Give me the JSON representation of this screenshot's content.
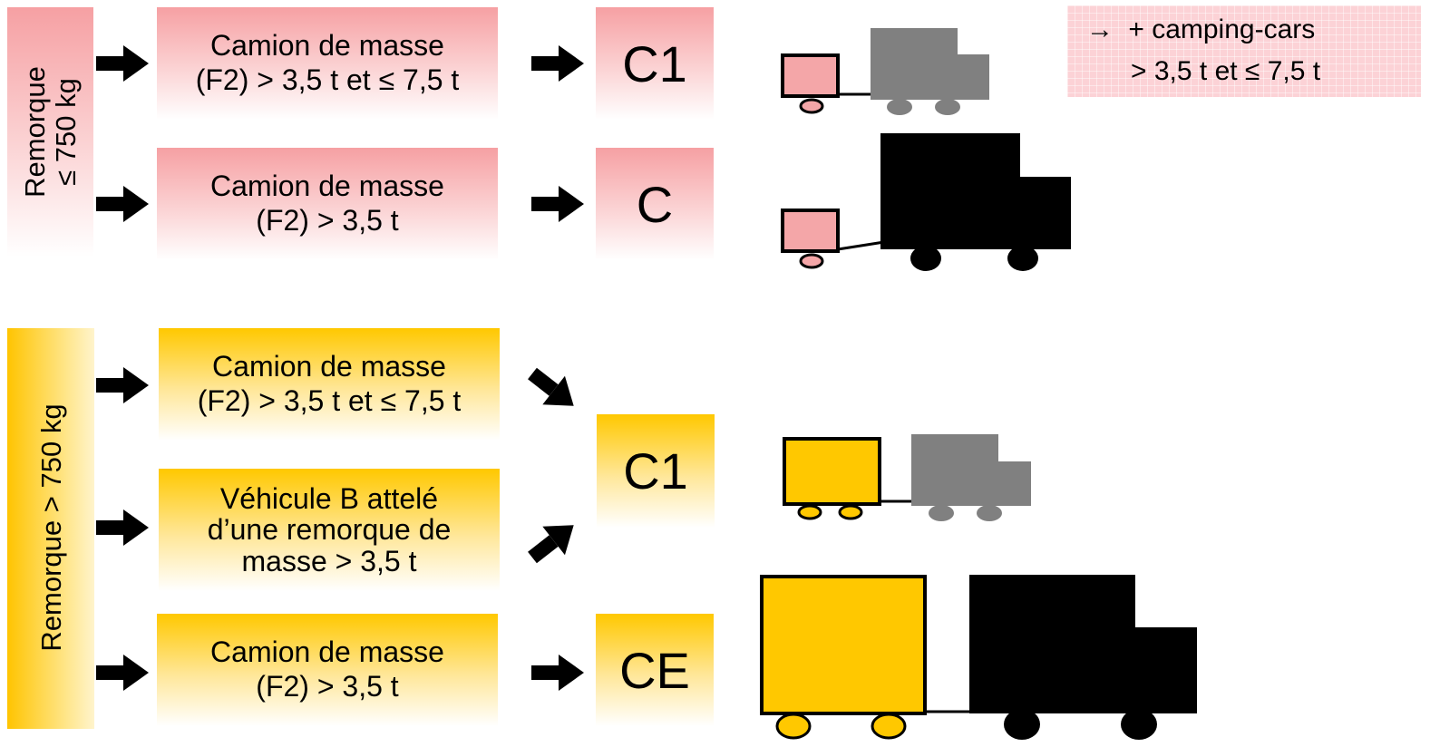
{
  "top": {
    "side_label": [
      "Remorque",
      "≤ 750 kg"
    ],
    "rows": [
      {
        "box_lines": [
          "Camion de masse",
          "(F2) > 3,5 t et ≤ 7,5 t"
        ],
        "category": "C1"
      },
      {
        "box_lines": [
          "Camion de masse",
          "(F2) > 3,5 t"
        ],
        "category": "C"
      }
    ]
  },
  "bottom": {
    "side_label": "Remorque > 750 kg",
    "rows": [
      {
        "box_lines": [
          "Camion de masse",
          "(F2) > 3,5 t et ≤ 7,5 t"
        ]
      },
      {
        "box_lines": [
          "Véhicule B attelé",
          "d’une remorque de",
          "masse > 3,5 t"
        ]
      },
      {
        "box_lines": [
          "Camion de masse",
          "(F2) > 3,5 t"
        ]
      }
    ],
    "category_c1": "C1",
    "category_ce": "CE"
  },
  "note": {
    "arrow": "→",
    "lines": [
      "+ camping-cars",
      "> 3,5 t et ≤ 7,5 t"
    ]
  },
  "colors": {
    "pink": "#f6a0a3",
    "pink_trailer": "#f4a6a8",
    "yellow": "#ffc800",
    "gray_truck": "#808080",
    "black_truck": "#000000"
  },
  "icons": [
    "arrow-right-icon",
    "arrow-diagonal-icon",
    "truck-trailer-icon"
  ]
}
